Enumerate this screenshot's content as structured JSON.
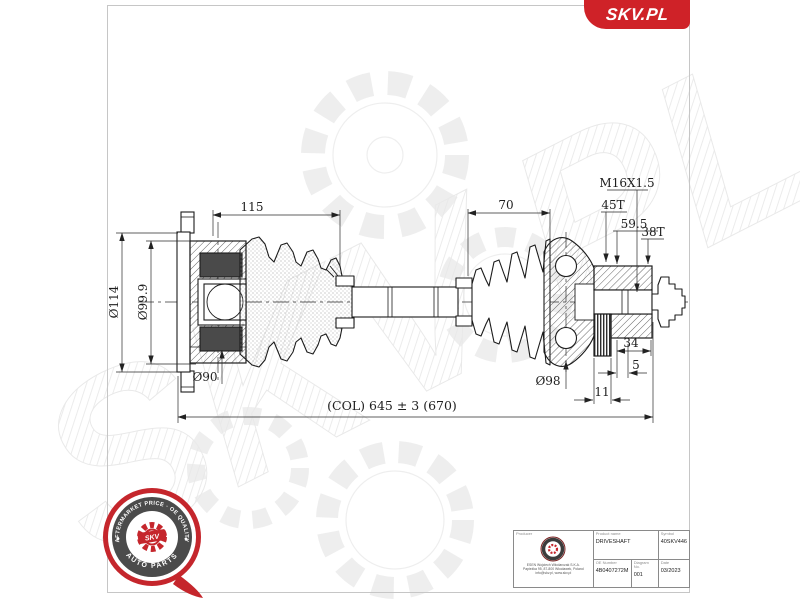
{
  "page": {
    "background": "#ffffff",
    "border_color": "#c6c6c6"
  },
  "brand": {
    "header_logo_text": "SKV.PL",
    "accent_red": "#cf2228"
  },
  "watermark": {
    "text": "SKV.PL"
  },
  "badge": {
    "ring_top_text": "AFTERMARKET PRICE · OE QUALITY",
    "ring_bottom_text": "AUTO PARTS",
    "center_text": "SKV",
    "left_separator": "◆",
    "right_separator": "◆"
  },
  "drawing": {
    "dimensions": {
      "left_boot_length": "115",
      "right_boot_length": "70",
      "thread_spec": "M16X1.5",
      "inner_spline_teeth": "45T",
      "joint_dim": "59.5",
      "outer_spline_teeth": "38T",
      "stub_dim_34": "34",
      "stub_dim_5": "5",
      "abs_ring_width": "11",
      "flange_outer_dia": "Ø114",
      "flange_dia_2": "Ø99.9",
      "flange_pilot_dia": "Ø90",
      "outer_joint_dia": "Ø98",
      "overall_length": "(COL) 645 ± 3  (670)"
    }
  },
  "title_block": {
    "producer_label": "Producer",
    "producer_address_line1": "ESEN Wojciech Włodarczak S.K.A.",
    "producer_address_line2": "Papieżka 95, 87-800 Włocławek, Poland",
    "producer_address_line3": "info@skv.pl, www.skv.pl",
    "product_name_label": "Product name",
    "product_name_value": "DRIVESHAFT",
    "symbol_label": "Symbol",
    "symbol_value": "40SKV446",
    "oe_number_label": "OE Number",
    "oe_number_value": "4B0407272M",
    "diagram_no_label": "Diagram No.",
    "diagram_no_value": "001",
    "date_label": "Date",
    "date_value": "03/2023"
  }
}
